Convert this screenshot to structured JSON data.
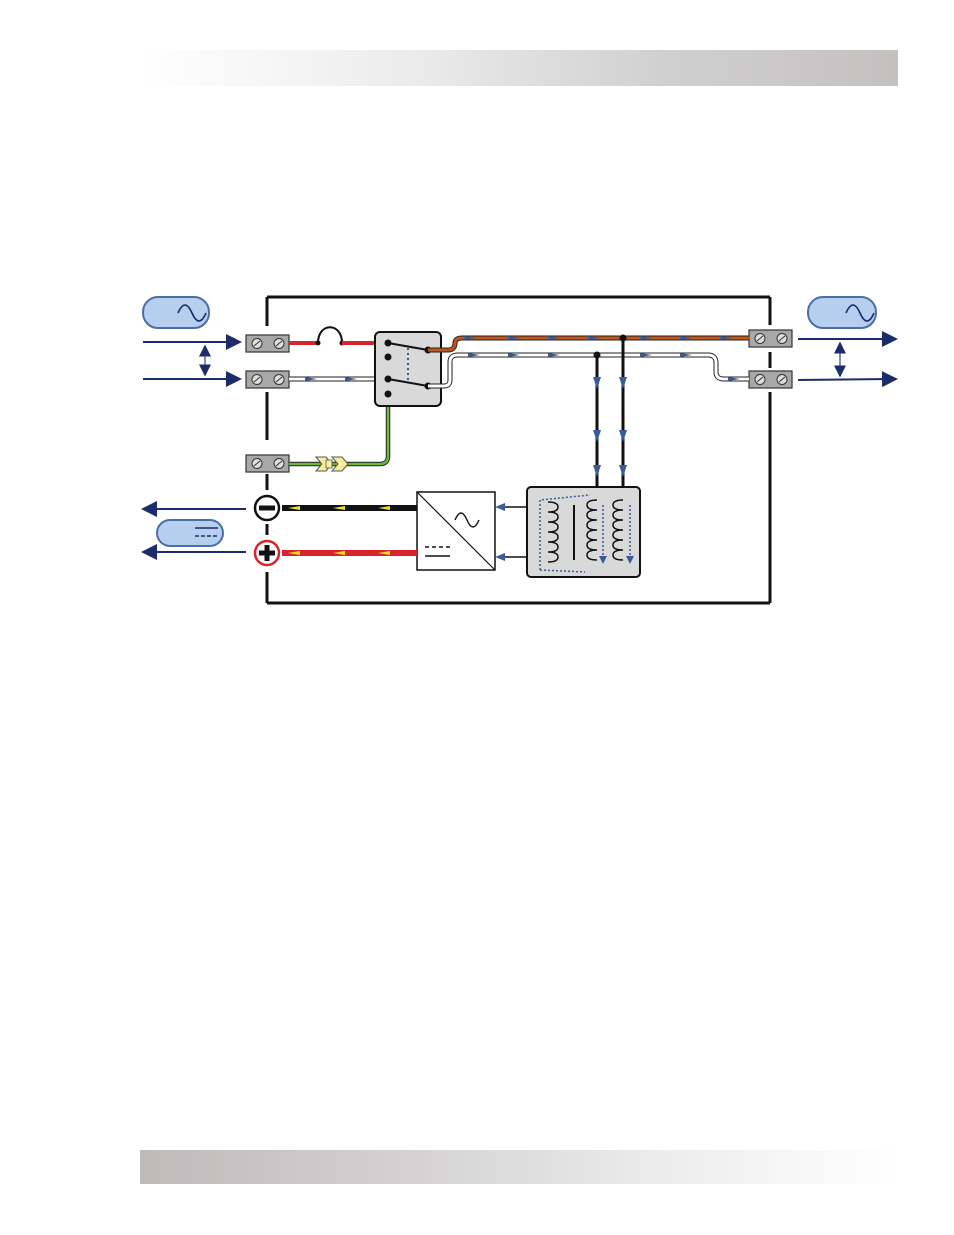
{
  "page": {
    "header_bar": "",
    "footer_bar": ""
  },
  "diagram": {
    "ac_input_badge": "ac-sine-symbol",
    "ac_output_badge": "ac-sine-symbol",
    "dc_badge": "dc-symbol",
    "icons": [
      "fuse-icon",
      "transfer-relay-icon",
      "transformer-icon",
      "inverter-charger-icon",
      "negative-terminal-icon",
      "positive-terminal-icon",
      "ground-filter-icon"
    ],
    "colors": {
      "hot_wire": "#d9232a",
      "hot_wire_out": "#c0561b",
      "neutral_wire": "#ffffff",
      "ground_wire": "#4a8a2a",
      "flow_arrow": "#3a5a9a",
      "line_arrow": "#1c2b6b",
      "badge_fill": "#b6cfee",
      "badge_stroke": "#4a6fa8",
      "dc_negative_wire": "#111111",
      "dc_positive_wire": "#d9232a",
      "dc_flow_arrow": "#f2e21a",
      "positive_terminal_ring": "#d9232a"
    }
  }
}
